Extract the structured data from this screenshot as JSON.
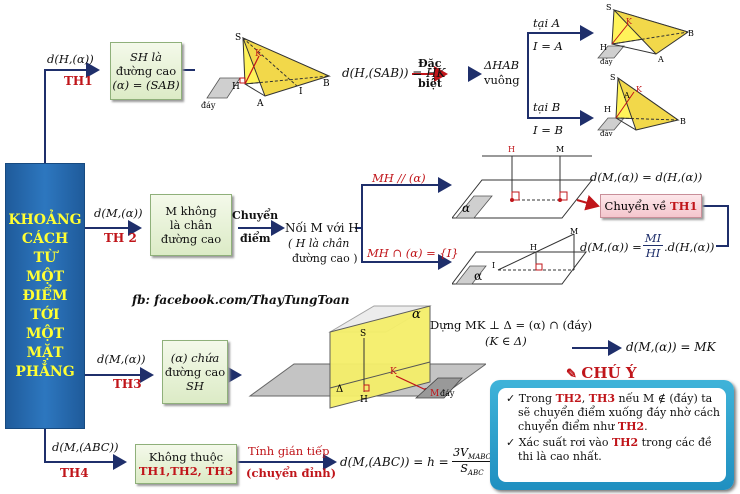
{
  "title_lines": [
    "KHOẢNG",
    "CÁCH",
    "TỪ",
    "MỘT",
    "ĐIỂM",
    "TỚI",
    "MỘT",
    "MẶT",
    "PHẲNG"
  ],
  "footer_credit": "fb: facebook.com/ThayTungToan",
  "th1": {
    "branch_label": "d(H,(α))",
    "case": "TH1",
    "box_lines": [
      "SH là",
      "đường cao",
      "(α) = (SAB)"
    ],
    "result": "d(H,(SAB)) = HK",
    "special_line1": "Đặc",
    "special_line2": "biệt",
    "triangle_line1": "ΔHAB",
    "triangle_line2": "vuông",
    "at_a": "tại A",
    "i_eq_a": "I = A",
    "at_b": "tại B",
    "i_eq_b": "I = B",
    "fig_labels": {
      "S": "S",
      "K": "K",
      "H": "H",
      "A": "A",
      "I": "I",
      "B": "B",
      "base": "đáy"
    }
  },
  "th2": {
    "branch_label": "d(M,(α))",
    "case": "TH 2",
    "box_lines": [
      "M không",
      "là chân",
      "đường cao"
    ],
    "move_line1": "Chuyển",
    "move_line2": "điểm",
    "connect_lines": [
      "Nối M với H",
      "( H là chân",
      "đường cao )"
    ],
    "parallel": "MH // (α)",
    "intersect": "MH ∩ (α) = {I}",
    "eq_parallel": "d(M,(α)) = d(H,(α))",
    "convert_prefix": "Chuyển về ",
    "convert_case": "TH1",
    "eq_ratio_left": "d(M,(α)) =",
    "ratio_num": "MI",
    "ratio_den": "HI",
    "eq_ratio_right": ".d(H,(α))",
    "fig_labels": {
      "H": "H",
      "M": "M",
      "I": "I",
      "alpha": "α"
    }
  },
  "th3": {
    "branch_label": "d(M,(α))",
    "case": "TH3",
    "box_lines": [
      "(α) chứa",
      "đường cao",
      "SH"
    ],
    "construct": "Dựng MK ⊥ Δ = (α) ∩ (đáy)",
    "k_in": "(K ∈ Δ)",
    "result": "d(M,(α)) = MK",
    "fig_labels": {
      "alpha": "α",
      "S": "S",
      "H": "H",
      "K": "K",
      "M": "M",
      "delta": "Δ",
      "base": "đáy"
    }
  },
  "th4": {
    "branch_label": "d(M,(ABC))",
    "case": "TH4",
    "box_line1": "Không thuộc",
    "box_line2": "TH1,TH2, TH3",
    "indirect": "Tính gián tiếp",
    "apex": "(chuyển đỉnh)",
    "formula_left": "d(M,(ABC)) = h =",
    "formula_num": "3V",
    "formula_num_sub": "MABC",
    "formula_den": "S",
    "formula_den_sub": "ABC"
  },
  "note": {
    "title": "CHÚ Ý",
    "p1_a": "Trong ",
    "p1_th2": "TH2",
    "p1_b": ", ",
    "p1_th3": "TH3",
    "p1_c": " nếu  M ∉ (đáy) ta sẽ chuyển điểm xuống đáy nhờ cách chuyển điểm như ",
    "p1_th2b": "TH2",
    "p1_d": ".",
    "p2_a": "Xác suất rơi vào ",
    "p2_th2": "TH2",
    "p2_b": " trong các đề thi là cao nhất."
  },
  "colors": {
    "title_bg": "#2767ad",
    "title_text": "#ffff33",
    "arrow": "#1f2f6b",
    "accent": "#c0151a",
    "note_border": "#2a9ccb",
    "plane_yellow": "#f5ef6a"
  }
}
